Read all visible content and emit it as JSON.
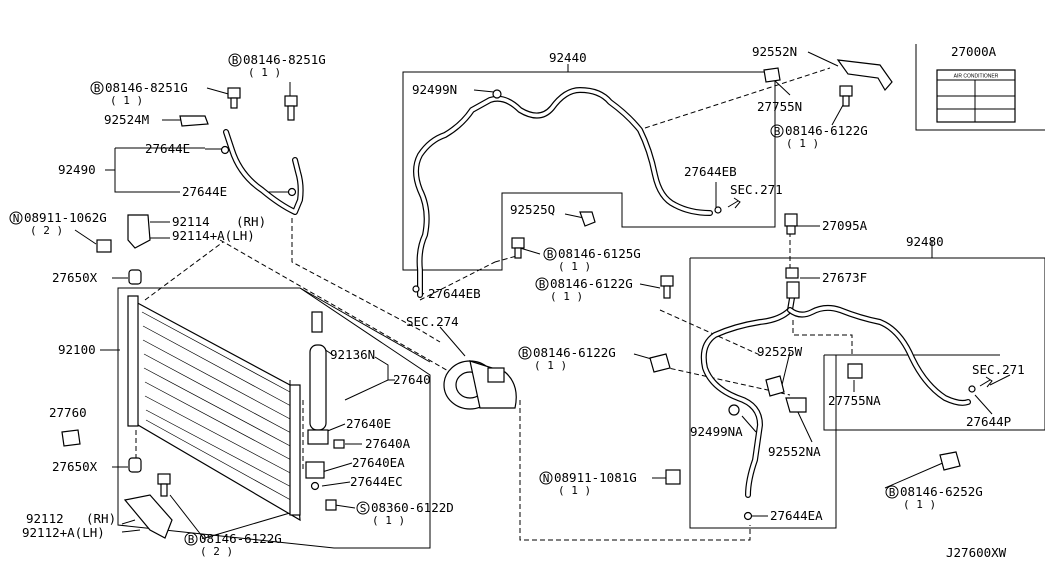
{
  "diagram": {
    "id": "J27600XW",
    "parts": {
      "p27000A": "27000A",
      "p27000A_label_text": "AIR CONDITIONER",
      "p92440": "92440",
      "p92552N": "92552N",
      "p27755N": "27755N",
      "p08146_6122G_a": "08146-6122G",
      "p08146_6122G_a_qty": "( 1 )",
      "p92499N": "92499N",
      "p27644EB_a": "27644EB",
      "sec271_a": "SEC.271",
      "p92525Q": "92525Q",
      "p08146_6125G": "08146-6125G",
      "p08146_6125G_qty": "( 1 )",
      "p27644EB_b": "27644EB",
      "p08146_8251G_a": "08146-8251G",
      "p08146_8251G_a_qty": "( 1 )",
      "p08146_8251G_b": "08146-8251G",
      "p08146_8251G_b_qty": "( 1 )",
      "p92524M": "92524M",
      "p27644E_a": "27644E",
      "p92490": "92490",
      "p27644E_b": "27644E",
      "p08911_1062G": "08911-1062G",
      "p08911_1062G_qty": "( 2 )",
      "p92114": "92114",
      "p92114_rh": "(RH)",
      "p92114A": "92114+A(LH)",
      "p27650X_a": "27650X",
      "p92100": "92100",
      "p27760": "27760",
      "p27650X_b": "27650X",
      "p92112": "92112",
      "p92112_rh": "(RH)",
      "p92112A": "92112+A(LH)",
      "p08146_6122G_b": "08146-6122G",
      "p08146_6122G_b_qty": "( 2 )",
      "sec274": "SEC.274",
      "p92136N": "92136N",
      "p27640": "27640",
      "p27640E": "27640E",
      "p27640A": "27640A",
      "p27640EA": "27640EA",
      "p27644EC": "27644EC",
      "p08360_6122D": "08360-6122D",
      "p08360_6122D_qty": "( 1 )",
      "p08146_6122G_c": "08146-6122G",
      "p08146_6122G_c_qty": "( 1 )",
      "p08146_6122G_d": "08146-6122G",
      "p08146_6122G_d_qty": "( 1 )",
      "p27095A": "27095A",
      "p92480": "92480",
      "p27673F": "27673F",
      "p92525W": "92525W",
      "p27755NA": "27755NA",
      "sec271_b": "SEC.271",
      "p27644P": "27644P",
      "p92499NA": "92499NA",
      "p92552NA": "92552NA",
      "p08911_1081G": "08911-1081G",
      "p08911_1081G_qty": "( 1 )",
      "p27644EA": "27644EA",
      "p08146_6252G": "08146-6252G",
      "p08146_6252G_qty": "( 1 )"
    },
    "prefixes": {
      "bolt": "B",
      "nut": "N",
      "screw": "S"
    }
  }
}
